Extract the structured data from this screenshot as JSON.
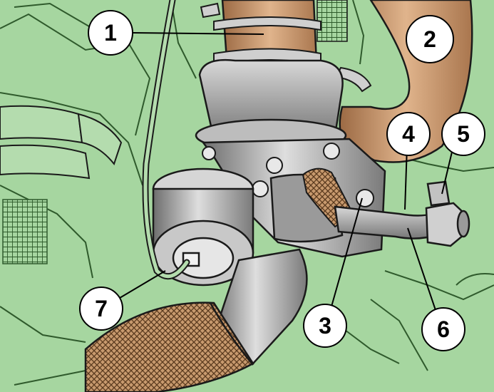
{
  "diagram": {
    "callouts": [
      {
        "id": "1",
        "label": "1"
      },
      {
        "id": "2",
        "label": "2"
      },
      {
        "id": "3",
        "label": "3"
      },
      {
        "id": "4",
        "label": "4"
      },
      {
        "id": "5",
        "label": "5"
      },
      {
        "id": "6",
        "label": "6"
      },
      {
        "id": "7",
        "label": "7"
      }
    ]
  },
  "colors": {
    "background": "#a6d6a0",
    "outline": "#1a1a1a",
    "hose_copper": "#c89a6e",
    "metal_gray": "#a9a9a9",
    "callout_fill": "#ffffff"
  }
}
